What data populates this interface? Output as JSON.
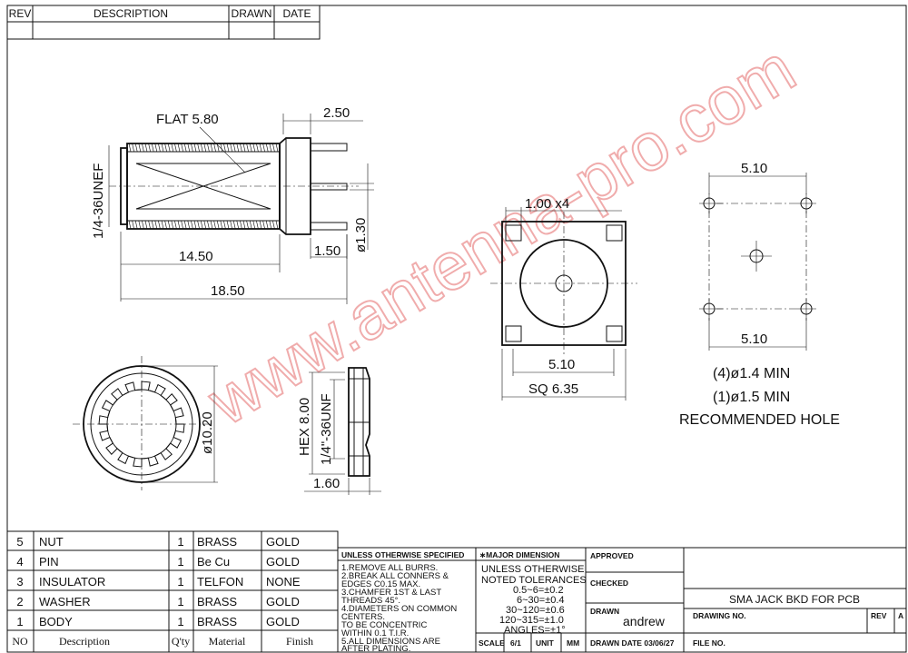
{
  "revision_table": {
    "headers": [
      "REV",
      "DESCRIPTION",
      "DRAWN",
      "DATE"
    ]
  },
  "dimensions": {
    "flat": "FLAT 5.80",
    "thread_main": "1/4-36UNEF",
    "d_2_50": "2.50",
    "d_1_30": "ø1.30",
    "d_1_50": "1.50",
    "d_14_50": "14.50",
    "d_18_50": "18.50",
    "d_1_00x4": "1.00  x4",
    "d_5_10_front": "5.10",
    "d_sq": "SQ  6.35",
    "d_5_10_top": "5.10",
    "d_5_10_bottom": "5.10",
    "d_10_20": "ø10.20",
    "hex": "HEX  8.00",
    "nut_thread": "1/4\"-36UNF",
    "d_1_60": "1.60"
  },
  "recommended_hole": {
    "line1": "(4)ø1.4  MIN",
    "line2": "(1)ø1.5  MIN",
    "line3": "RECOMMENDED  HOLE"
  },
  "watermark": "www.antenna-pro.com",
  "bom": {
    "rows": [
      {
        "no": "5",
        "desc": "NUT",
        "qty": "1",
        "material": "BRASS",
        "finish": "GOLD"
      },
      {
        "no": "4",
        "desc": "PIN",
        "qty": "1",
        "material": "Be Cu",
        "finish": "GOLD"
      },
      {
        "no": "3",
        "desc": "INSULATOR",
        "qty": "1",
        "material": "TELFON",
        "finish": "NONE"
      },
      {
        "no": "2",
        "desc": "WASHER",
        "qty": "1",
        "material": "BRASS",
        "finish": "GOLD"
      },
      {
        "no": "1",
        "desc": "BODY",
        "qty": "1",
        "material": "BRASS",
        "finish": "GOLD"
      }
    ],
    "headers": {
      "no": "NO",
      "desc": "Description",
      "qty": "Q'ty",
      "material": "Material",
      "finish": "Finish"
    }
  },
  "notes": {
    "title": "UNLESS OTHERWISE SPECIFIED",
    "lines": [
      "1.REMOVE ALL BURRS.",
      "2.BREAK ALL CONNERS &",
      "   EDGES C0.15 MAX.",
      "3.CHAMFER 1ST & LAST",
      "   THREADS 45°.",
      "4.DIAMETERS ON COMMON",
      "   CENTERS.",
      "   TO BE CONCENTRIC",
      "   WITHIN 0.1 T.I.R.",
      "5.ALL DIMENSIONS ARE",
      "   AFTER PLATING."
    ]
  },
  "tolerances": {
    "title": "∗MAJOR DIMENSION",
    "lines": [
      "UNLESS OTHERWISE",
      "NOTED TOLERANCES",
      "0.5~6=±0.2",
      "6~30=±0.4",
      "30~120=±0.6",
      "120~315=±1.0",
      "ANGLES=±1°"
    ]
  },
  "title_block": {
    "approved": "APPROVED",
    "checked": "CHECKED",
    "drawn_label": "DRAWN",
    "drawn_by": "andrew",
    "title": "SMA JACK BKD FOR PCB",
    "drawing_no": "DRAWING NO.",
    "rev_label": "REV",
    "rev_value": "A",
    "scale_label": "SCALE",
    "scale_value": "6/1",
    "unit_label": "UNIT",
    "unit_value": "MM",
    "drawn_date": "DRAWN DATE 03/06/27",
    "file_no": "FILE NO."
  }
}
